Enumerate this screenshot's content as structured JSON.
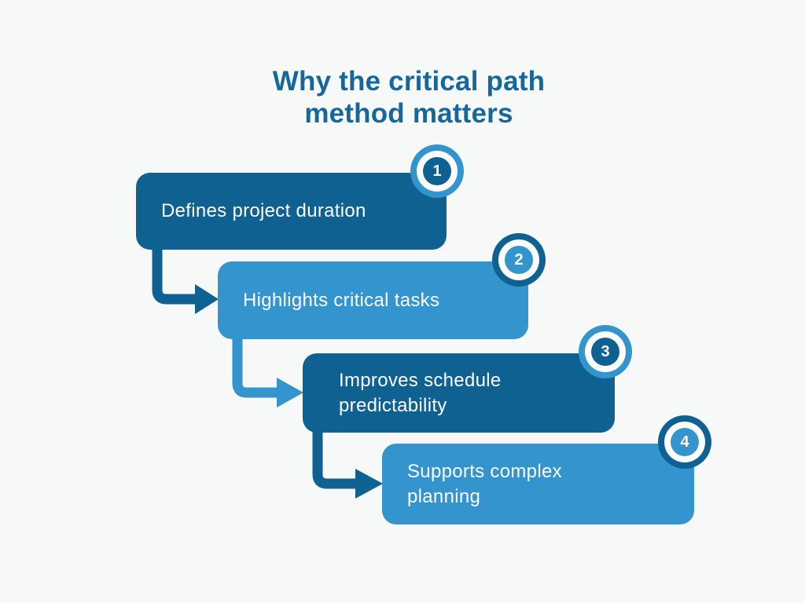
{
  "title": {
    "text": "Why the critical path\nmethod matters"
  },
  "colors": {
    "background": "#f7f8f8",
    "dark_blue": "#0e6191",
    "light_blue": "#3494cd",
    "title_blue": "#16689b",
    "text_white": "#ffffff"
  },
  "steps": [
    {
      "number": "1",
      "label": "Defines project duration",
      "variant": "dark"
    },
    {
      "number": "2",
      "label": "Highlights critical tasks",
      "variant": "light"
    },
    {
      "number": "3",
      "label": "Improves schedule\npredictability",
      "variant": "dark"
    },
    {
      "number": "4",
      "label": "Supports complex\nplanning",
      "variant": "light"
    }
  ]
}
